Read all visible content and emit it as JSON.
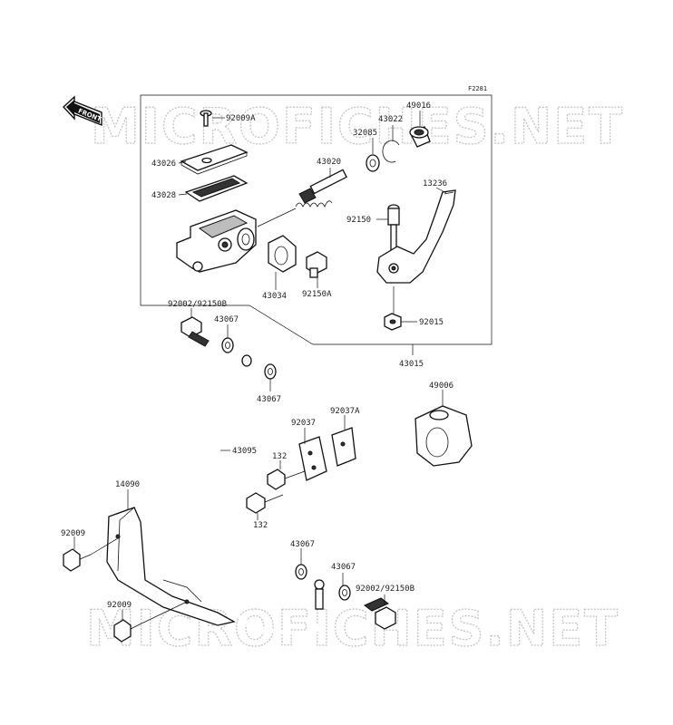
{
  "figure_code": "F2281",
  "front_label": "FRONT",
  "watermarks": [
    "MICROFICHES.NET",
    "MICROFICHES.NET"
  ],
  "parts": {
    "p92009A": "92009A",
    "p43026": "43026",
    "p43028": "43028",
    "p43020": "43020",
    "p32085": "32085",
    "p43022": "43022",
    "p49016": "49016",
    "p13236": "13236",
    "p92150": "92150",
    "p43034": "43034",
    "p92150A": "92150A",
    "p92015": "92015",
    "p43015": "43015",
    "p92002_top": "92002/92150B",
    "p43067_a": "43067",
    "p43067_b": "43067",
    "p49006": "49006",
    "p92037": "92037",
    "p92037A": "92037A",
    "p43095": "43095",
    "p132_a": "132",
    "p132_b": "132",
    "p14090": "14090",
    "p92009_a": "92009",
    "p92009_b": "92009",
    "p43067_c": "43067",
    "p43067_d": "43067",
    "p92002_bottom": "92002/92150B"
  }
}
